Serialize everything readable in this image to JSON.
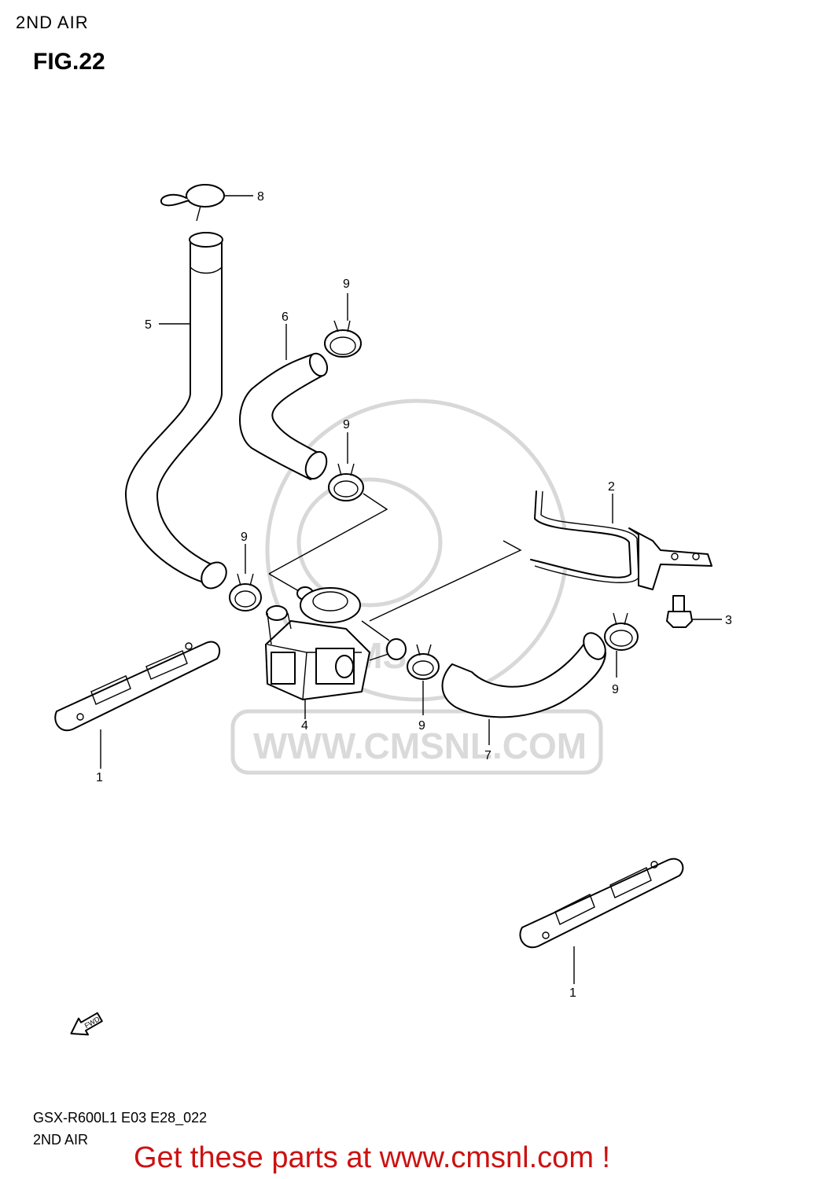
{
  "header": {
    "section_title": "2ND AIR",
    "figure_label": "FIG.22"
  },
  "callouts": {
    "c1a": "1",
    "c1b": "1",
    "c2": "2",
    "c3": "3",
    "c4": "4",
    "c5": "5",
    "c6": "6",
    "c7": "7",
    "c8": "8",
    "c9a": "9",
    "c9b": "9",
    "c9c": "9",
    "c9d": "9",
    "c9e": "9"
  },
  "fwd_label": "FWD",
  "watermark": {
    "url": "WWW.CMSNL.COM",
    "logo": "CMS"
  },
  "footer": {
    "model_code": "GSX-R600L1 E03 E28_022",
    "section_name": "2ND AIR",
    "cta": "Get these parts at www.cmsnl.com !"
  },
  "colors": {
    "cta": "#cc1111",
    "watermark": "#dadada",
    "lines": "#000000"
  }
}
